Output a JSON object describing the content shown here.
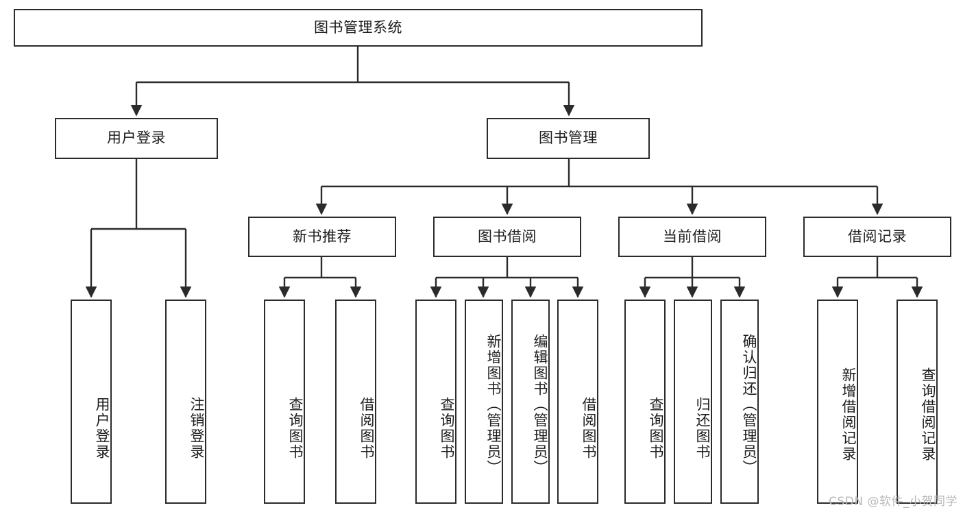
{
  "diagram": {
    "title": "图书管理系统",
    "type": "tree-hierarchy",
    "root": {
      "label": "图书管理系统"
    },
    "level2": [
      {
        "label": "用户登录"
      },
      {
        "label": "图书管理"
      }
    ],
    "level3": [
      {
        "label": "新书推荐"
      },
      {
        "label": "图书借阅"
      },
      {
        "label": "当前借阅"
      },
      {
        "label": "借阅记录"
      }
    ],
    "leaves": {
      "user_login": [
        {
          "label": "用户登录"
        },
        {
          "label": "注销登录"
        }
      ],
      "new_book_recommend": [
        {
          "label": "查询图书"
        },
        {
          "label": "借阅图书"
        }
      ],
      "book_borrow": [
        {
          "label": "查询图书"
        },
        {
          "label": "新增图书（管理员）"
        },
        {
          "label": "编辑图书（管理员）"
        },
        {
          "label": "借阅图书"
        }
      ],
      "current_borrow": [
        {
          "label": "查询图书"
        },
        {
          "label": "归还图书"
        },
        {
          "label": "确认归还（管理员）"
        }
      ],
      "borrow_record": [
        {
          "label": "新增借阅记录"
        },
        {
          "label": "查询借阅记录"
        }
      ]
    }
  },
  "watermark": {
    "text": "CSDN @软件_小贺同学"
  },
  "colors": {
    "stroke": "#2b2b2b",
    "fill": "#ffffff",
    "text": "#1d1d1d",
    "watermark": "#b8b8b8"
  }
}
